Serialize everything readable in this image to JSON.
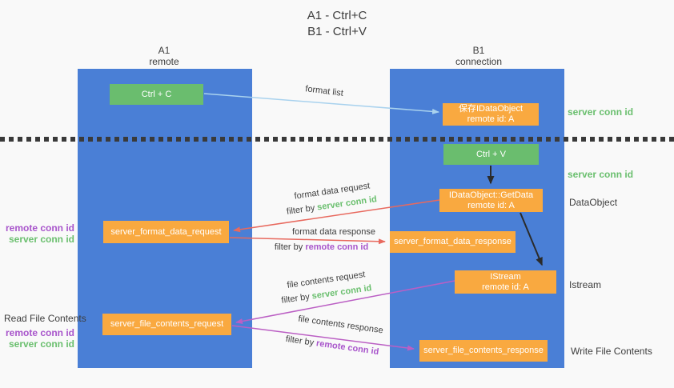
{
  "title": {
    "line1": "A1 - Ctrl+C",
    "line2": "B1 - Ctrl+V"
  },
  "columns": {
    "a1": {
      "name": "A1",
      "subtitle": "remote"
    },
    "b1": {
      "name": "B1",
      "subtitle": "connection"
    }
  },
  "nodes": {
    "ctrl_c": {
      "label": "Ctrl + C"
    },
    "save_dataobject": {
      "line1": "保存IDataObject",
      "line2": "remote id: A"
    },
    "ctrl_v": {
      "label": "Ctrl + V"
    },
    "getdata": {
      "line1": "IDataObject::GetData",
      "line2": "remote id: A"
    },
    "format_request": {
      "label": "server_format_data_request"
    },
    "format_response": {
      "label": "server_format_data_response"
    },
    "istream": {
      "line1": "IStream",
      "line2": "remote id: A"
    },
    "file_request": {
      "label": "server_file_contents_request"
    },
    "file_response": {
      "label": "server_file_contents_response"
    }
  },
  "edge_labels": {
    "format_list": "format list",
    "format_data_request": {
      "text": "format data request",
      "filter_prefix": "filter by ",
      "filter_key": "server conn id"
    },
    "format_data_response": {
      "text": "format data response",
      "filter_prefix": "filter by ",
      "filter_key": "remote conn id"
    },
    "file_contents_request": {
      "text": "file contents request",
      "filter_prefix": "filter by ",
      "filter_key": "server conn id"
    },
    "file_contents_response": {
      "text": "file contents response",
      "filter_prefix": "filter by ",
      "filter_key": "remote conn id"
    }
  },
  "side_labels": {
    "right_server_conn_id_1": "server conn id",
    "right_server_conn_id_2": "server conn id",
    "dataobject": "DataObject",
    "istream": "Istream",
    "write_file_contents": "Write File Contents",
    "left_remote_conn_id_1": "remote conn id",
    "left_server_conn_id_1": "server conn id",
    "read_file_contents": "Read File Contents",
    "left_remote_conn_id_2": "remote conn id",
    "left_server_conn_id_2": "server conn id"
  },
  "colors": {
    "background": "#f9f9f9",
    "column_blue": "#4a7fd6",
    "node_green": "#6abd6e",
    "node_orange": "#f9a940",
    "arrow_lightblue": "#a9d2ee",
    "arrow_red": "#e8695e",
    "arrow_magenta": "#bb5fc4",
    "arrow_black": "#2b2b2b",
    "text_green": "#6abf6e",
    "text_purple": "#a855cb",
    "text_dark": "#3d3d3d"
  }
}
